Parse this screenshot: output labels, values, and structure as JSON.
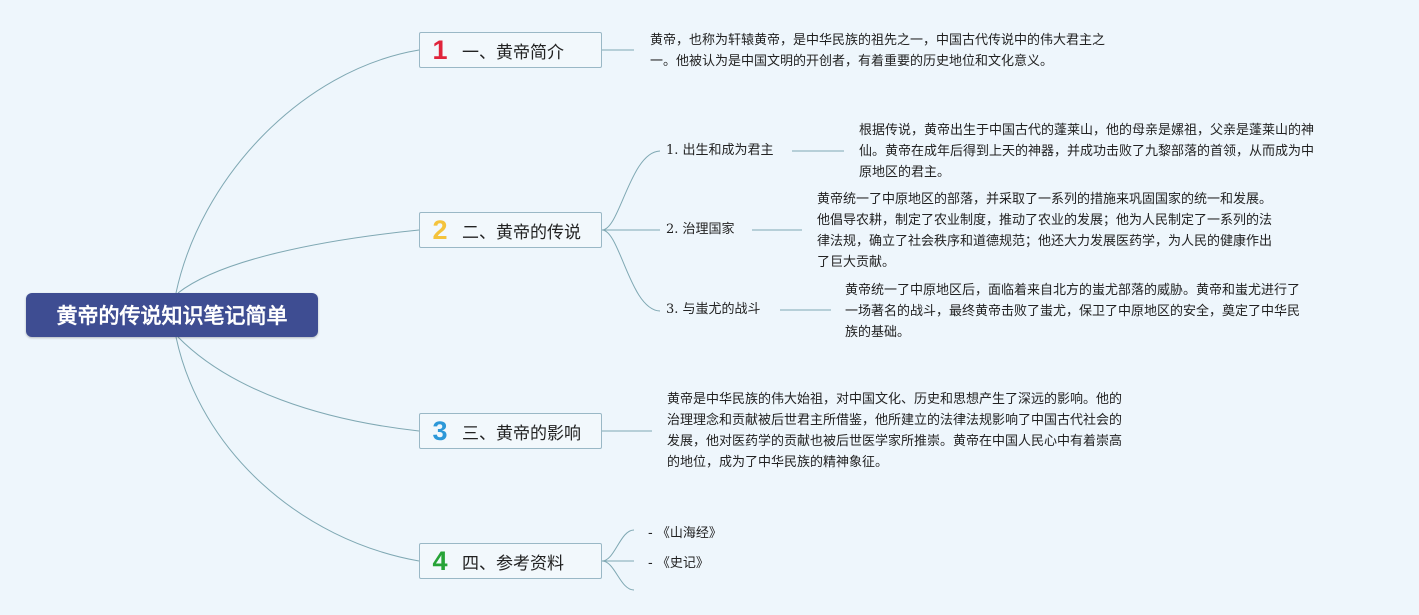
{
  "root": {
    "title": "黄帝的传说知识笔记简单"
  },
  "topics": [
    {
      "num": "1",
      "label": "一、黄帝简介",
      "color": "#e0243b",
      "note": [
        "黄帝，也称为轩辕黄帝，是中华民族的祖先之一，中国古代传说中的伟大君主之",
        "一。他被认为是中国文明的开创者，有着重要的历史地位和文化意义。"
      ]
    },
    {
      "num": "2",
      "label": "二、黄帝的传说",
      "color": "#f4c33c",
      "subtopics": [
        {
          "label": "1. 出生和成为君主",
          "note": [
            "根据传说，黄帝出生于中国古代的蓬莱山，他的母亲是嫘祖，父亲是蓬莱山的神",
            "仙。黄帝在成年后得到上天的神器，并成功击败了九黎部落的首领，从而成为中",
            "原地区的君主。"
          ]
        },
        {
          "label": "2. 治理国家",
          "note": [
            "黄帝统一了中原地区的部落，并采取了一系列的措施来巩固国家的统一和发展。",
            "他倡导农耕，制定了农业制度，推动了农业的发展；他为人民制定了一系列的法",
            "律法规，确立了社会秩序和道德规范；他还大力发展医药学，为人民的健康作出",
            "了巨大贡献。"
          ]
        },
        {
          "label": "3. 与蚩尤的战斗",
          "note": [
            "黄帝统一了中原地区后，面临着来自北方的蚩尤部落的威胁。黄帝和蚩尤进行了",
            "一场著名的战斗，最终黄帝击败了蚩尤，保卫了中原地区的安全，奠定了中华民",
            "族的基础。"
          ]
        }
      ]
    },
    {
      "num": "3",
      "label": "三、黄帝的影响",
      "color": "#2d98d8",
      "note": [
        "黄帝是中华民族的伟大始祖，对中国文化、历史和思想产生了深远的影响。他的",
        "治理理念和贡献被后世君主所借鉴，他所建立的法律法规影响了中国古代社会的",
        "发展，他对医药学的贡献也被后世医学家所推崇。黄帝在中国人民心中有着崇高",
        "的地位，成为了中华民族的精神象征。"
      ]
    },
    {
      "num": "4",
      "label": "四、参考资料",
      "color": "#27a337",
      "refs": [
        "- 《山海经》",
        "- 《史记》"
      ]
    }
  ],
  "colors": {
    "line": "#7fa8b3",
    "root_bg": "#3e4d92",
    "background": "#eef6fc"
  }
}
